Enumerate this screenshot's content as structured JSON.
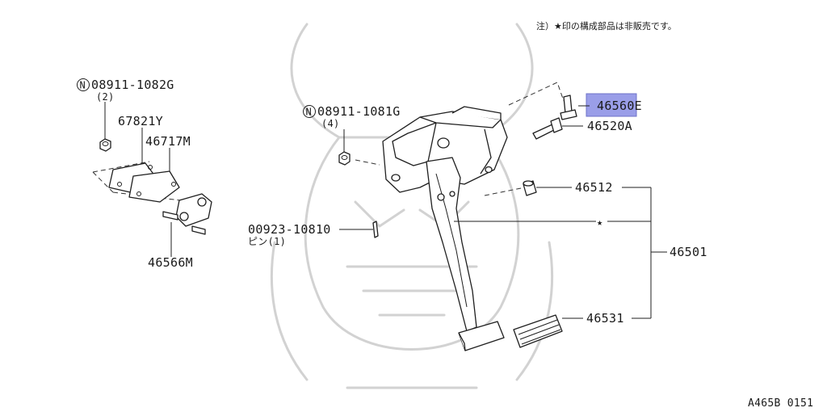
{
  "note": "注）★印の構成部品は非販売です。",
  "figure_code": "A465B 0151",
  "highlight_color": "#9a9ee8",
  "parts": {
    "nut_2": {
      "marker": "N",
      "number": "08911-1082G",
      "qty": "(2)"
    },
    "nut_4": {
      "marker": "N",
      "number": "08911-1081G",
      "qty": "(4)"
    },
    "pad_67821": "67821Y",
    "insulator": "46717M",
    "bracket": "46566M",
    "pin": {
      "number": "00923-10810",
      "desc": "ピン(1)"
    },
    "bolt_highlighted": "46560E",
    "bolt_46520": "46520A",
    "bushing": "46512",
    "star": "★",
    "pedal_assy": "46501",
    "pedal_pad": "46531"
  }
}
